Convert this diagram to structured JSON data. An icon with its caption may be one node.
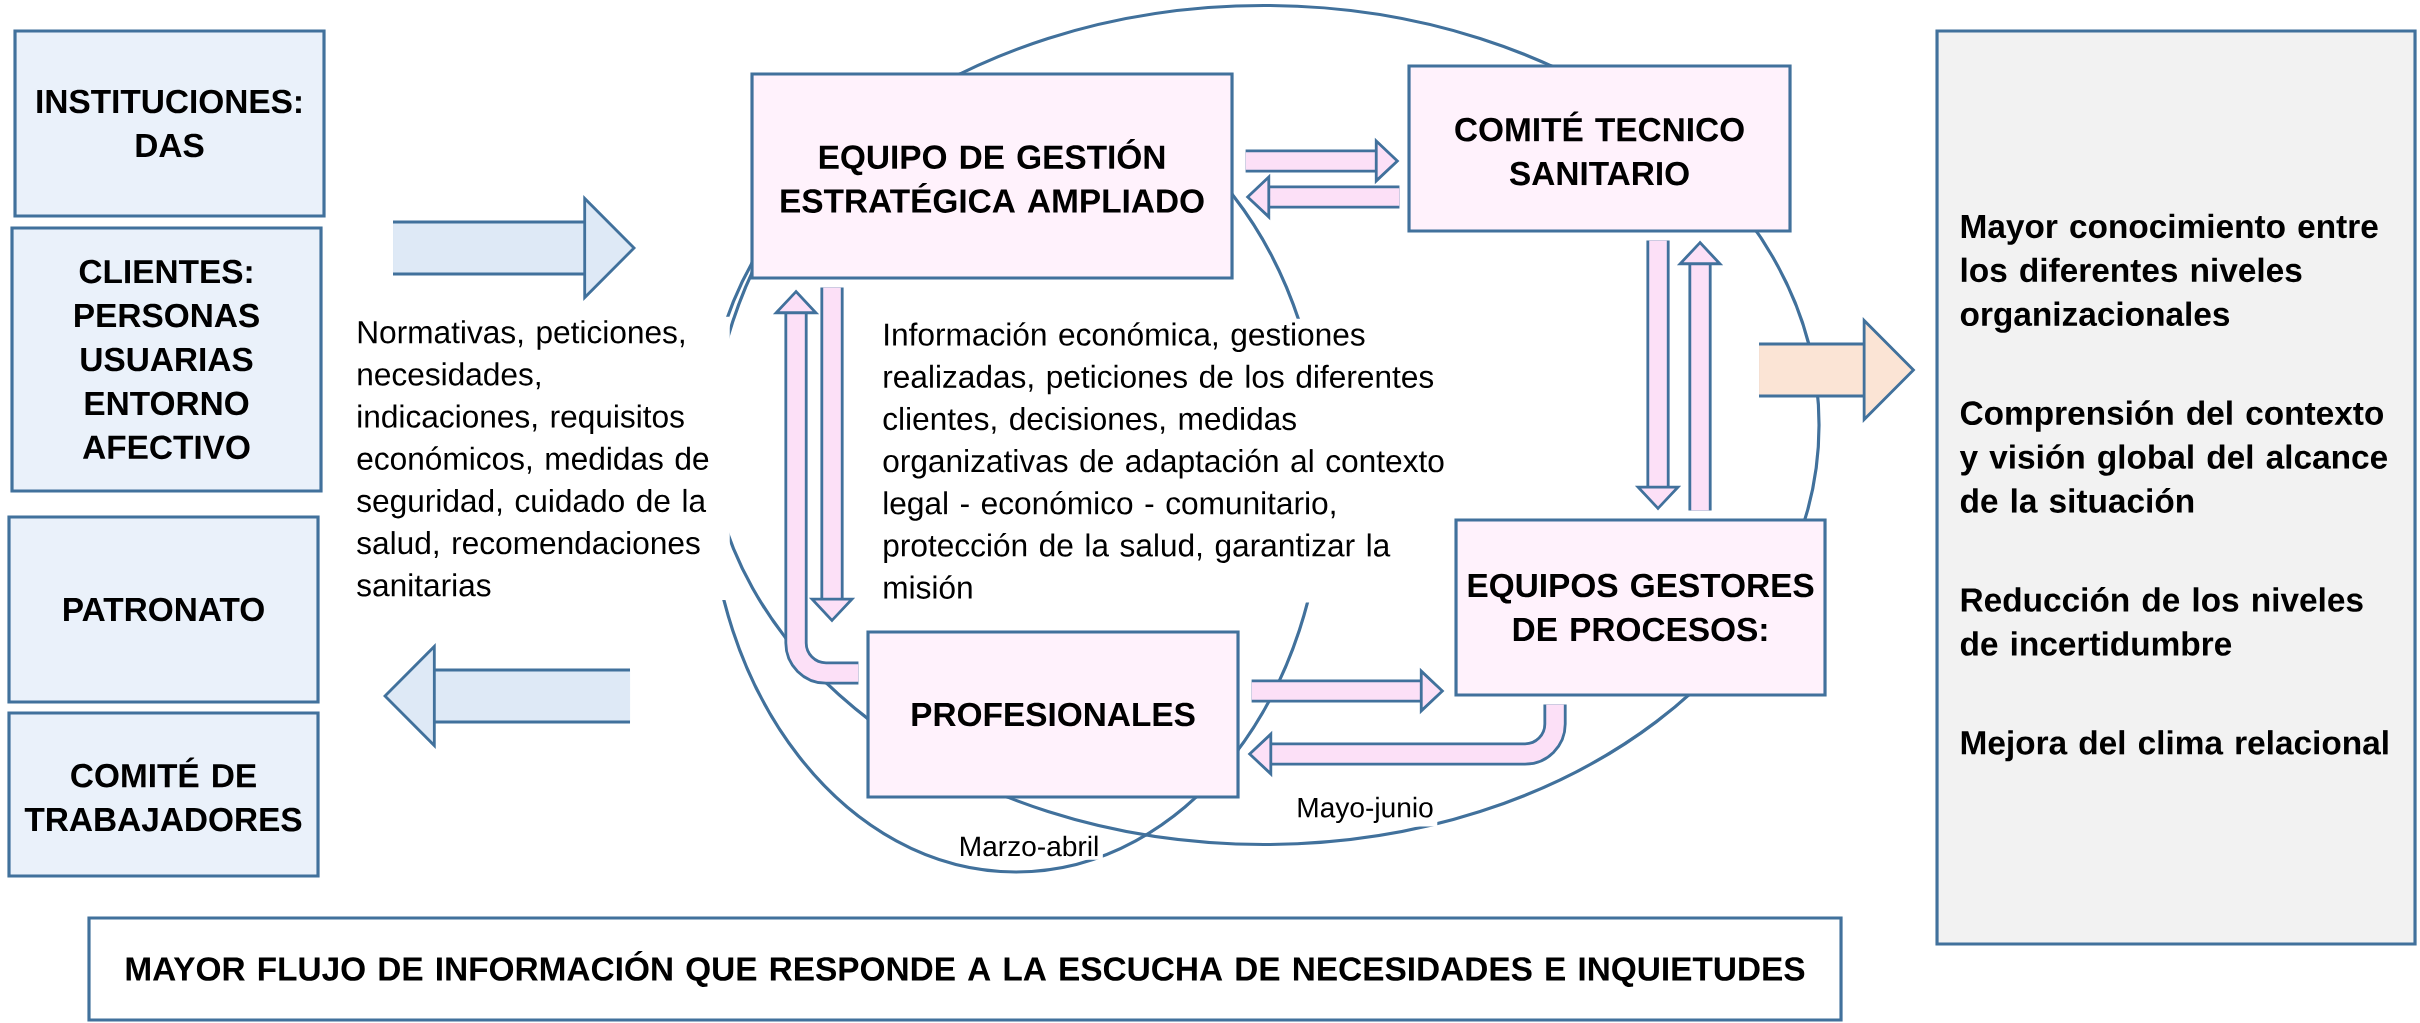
{
  "diagram": {
    "nodes": [
      {
        "text": [
          "INSTITUCIONES: DAS"
        ]
      },
      {
        "text": [
          "CLIENTES: PERSONAS USUARIAS ENTORNO AFECTIVO"
        ]
      },
      {
        "text": [
          "PATRONATO"
        ]
      },
      {
        "text": [
          "COMITÉ DE TRABAJADORES"
        ]
      },
      {
        "text": [
          "EQUIPO DE GESTIÓN ESTRATÉGICA AMPLIADO"
        ]
      },
      {
        "text": [
          "COMITÉ TECNICO SANITARIO"
        ]
      },
      {
        "text": [
          "EQUIPOS GESTORES DE PROCESOS:"
        ]
      },
      {
        "text": [
          "PROFESIONALES"
        ]
      },
      {
        "text": [
          "Mayor conocimiento entre los diferentes niveles organizacionales",
          "Comprensión del contexto y visión global del alcance de la situación",
          "Reducción de los niveles de incertidumbre",
          "Mejora del clima relacional"
        ]
      },
      {
        "text": [
          "MAYOR FLUJO DE INFORMACIÓN QUE RESPONDE A LA ESCUCHA DE NECESIDADES E INQUIETUDES"
        ]
      }
    ],
    "edges": [
      {
        "from": 4,
        "to": 5,
        "arrow": "to"
      },
      {
        "from": 5,
        "to": 4,
        "arrow": "to"
      },
      {
        "from": 5,
        "to": 6,
        "arrow": "to"
      },
      {
        "from": 6,
        "to": 5,
        "arrow": "to"
      },
      {
        "from": 7,
        "to": 4,
        "arrow": "to"
      },
      {
        "from": 4,
        "to": 7,
        "arrow": "to"
      },
      {
        "from": 7,
        "to": 6,
        "arrow": "to"
      },
      {
        "from": 6,
        "to": 7,
        "arrow": "to"
      },
      {
        "from": null,
        "to": 8,
        "arrow": "to",
        "style": "thick"
      }
    ],
    "labels": [
      "Normativas, peticiones, necesidades, indicaciones, requisitos económicos, medidas de seguridad, cuidado de la salud, recomendaciones sanitarias",
      "Información económica, gestiones realizadas, peticiones de los diferentes clientes, decisiones, medidas organizativas de adaptación al contexto legal -  económico - comunitario, protección de la salud, garantizar la misión",
      "Mayo-junio",
      "Marzo-abril"
    ]
  }
}
